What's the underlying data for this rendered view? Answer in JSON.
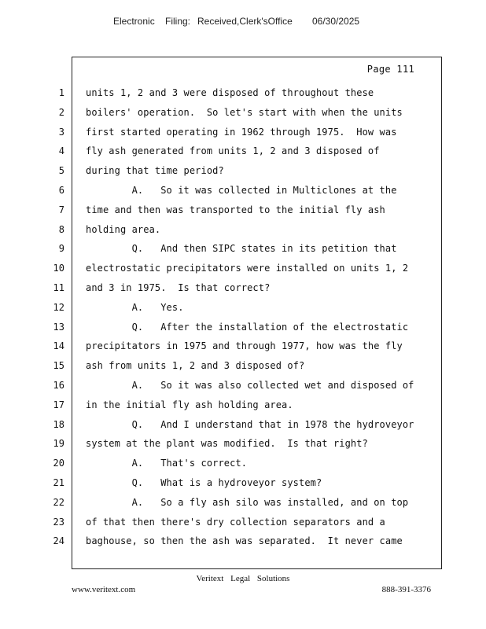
{
  "filing_header": {
    "label": "Electronic",
    "filing": "Filing:",
    "received": "Received,Clerk'sOffice",
    "date": "06/30/2025"
  },
  "transcript": {
    "page_label": "Page 111",
    "lines": [
      {
        "num": "1",
        "text": "units 1, 2 and 3 were disposed of throughout these"
      },
      {
        "num": "2",
        "text": "boilers' operation.  So let's start with when the units"
      },
      {
        "num": "3",
        "text": "first started operating in 1962 through 1975.  How was"
      },
      {
        "num": "4",
        "text": "fly ash generated from units 1, 2 and 3 disposed of"
      },
      {
        "num": "5",
        "text": "during that time period?"
      },
      {
        "num": "6",
        "text": "        A.   So it was collected in Multiclones at the"
      },
      {
        "num": "7",
        "text": "time and then was transported to the initial fly ash"
      },
      {
        "num": "8",
        "text": "holding area."
      },
      {
        "num": "9",
        "text": "        Q.   And then SIPC states in its petition that"
      },
      {
        "num": "10",
        "text": "electrostatic precipitators were installed on units 1, 2"
      },
      {
        "num": "11",
        "text": "and 3 in 1975.  Is that correct?"
      },
      {
        "num": "12",
        "text": "        A.   Yes."
      },
      {
        "num": "13",
        "text": "        Q.   After the installation of the electrostatic"
      },
      {
        "num": "14",
        "text": "precipitators in 1975 and through 1977, how was the fly"
      },
      {
        "num": "15",
        "text": "ash from units 1, 2 and 3 disposed of?"
      },
      {
        "num": "16",
        "text": "        A.   So it was also collected wet and disposed of"
      },
      {
        "num": "17",
        "text": "in the initial fly ash holding area."
      },
      {
        "num": "18",
        "text": "        Q.   And I understand that in 1978 the hydroveyor"
      },
      {
        "num": "19",
        "text": "system at the plant was modified.  Is that right?"
      },
      {
        "num": "20",
        "text": "        A.   That's correct."
      },
      {
        "num": "21",
        "text": "        Q.   What is a hydroveyor system?"
      },
      {
        "num": "22",
        "text": "        A.   So a fly ash silo was installed, and on top"
      },
      {
        "num": "23",
        "text": "of that then there's dry collection separators and a"
      },
      {
        "num": "24",
        "text": "baghouse, so then the ash was separated.  It never came"
      }
    ]
  },
  "footer": {
    "company": "Veritext Legal Solutions",
    "website": "www.veritext.com",
    "phone": "888-391-3376"
  }
}
